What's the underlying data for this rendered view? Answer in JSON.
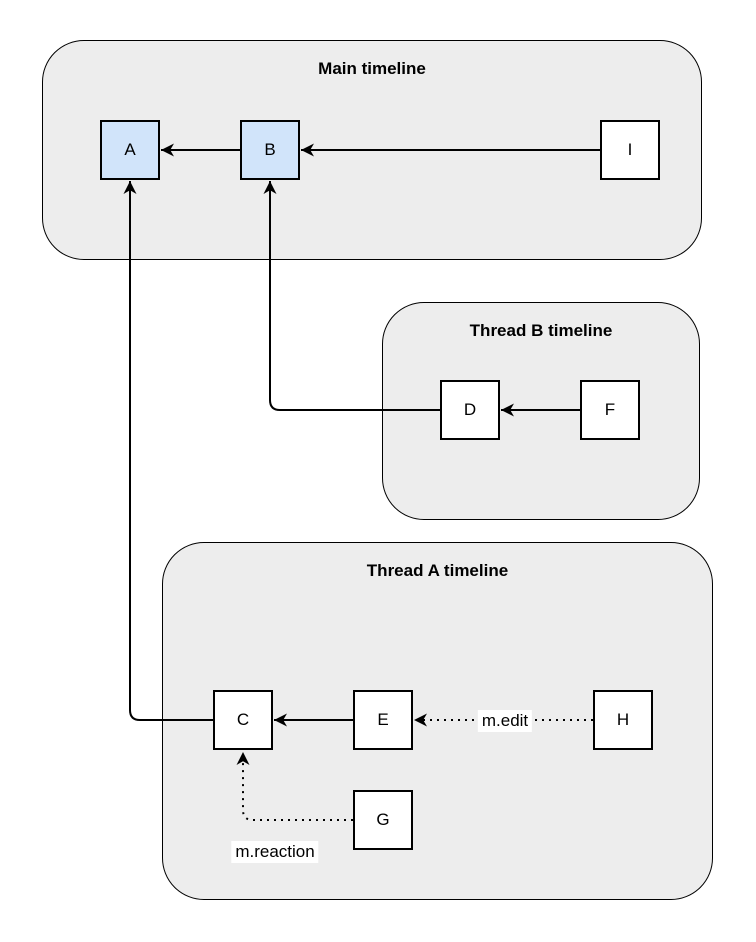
{
  "colors": {
    "canvas_bg": "#ffffff",
    "stroke": "#000000",
    "container_fill": "#ededed",
    "node_fill": "#ffffff",
    "node_highlight_fill": "#d1e4fa",
    "label_bg": "#ffffff",
    "text": "#000000"
  },
  "containers": {
    "main": {
      "title": "Main timeline"
    },
    "thread_b": {
      "title": "Thread B timeline"
    },
    "thread_a": {
      "title": "Thread A timeline"
    }
  },
  "nodes": {
    "a": {
      "label": "A",
      "highlighted": true
    },
    "b": {
      "label": "B",
      "highlighted": true
    },
    "i": {
      "label": "I",
      "highlighted": false
    },
    "d": {
      "label": "D",
      "highlighted": false
    },
    "f": {
      "label": "F",
      "highlighted": false
    },
    "c": {
      "label": "C",
      "highlighted": false
    },
    "e": {
      "label": "E",
      "highlighted": false
    },
    "h": {
      "label": "H",
      "highlighted": false
    },
    "g": {
      "label": "G",
      "highlighted": false
    }
  },
  "edges": {
    "b_to_a": {
      "from": "B",
      "to": "A",
      "style": "solid",
      "label": ""
    },
    "i_to_b": {
      "from": "I",
      "to": "B",
      "style": "solid",
      "label": ""
    },
    "d_to_b": {
      "from": "D",
      "to": "B",
      "style": "solid",
      "label": ""
    },
    "f_to_d": {
      "from": "F",
      "to": "D",
      "style": "solid",
      "label": ""
    },
    "c_to_a": {
      "from": "C",
      "to": "A",
      "style": "solid",
      "label": ""
    },
    "e_to_c": {
      "from": "E",
      "to": "C",
      "style": "solid",
      "label": ""
    },
    "h_to_e": {
      "from": "H",
      "to": "E",
      "style": "dotted",
      "label": "m.edit"
    },
    "g_to_c": {
      "from": "G",
      "to": "C",
      "style": "dotted",
      "label": "m.reaction"
    }
  }
}
